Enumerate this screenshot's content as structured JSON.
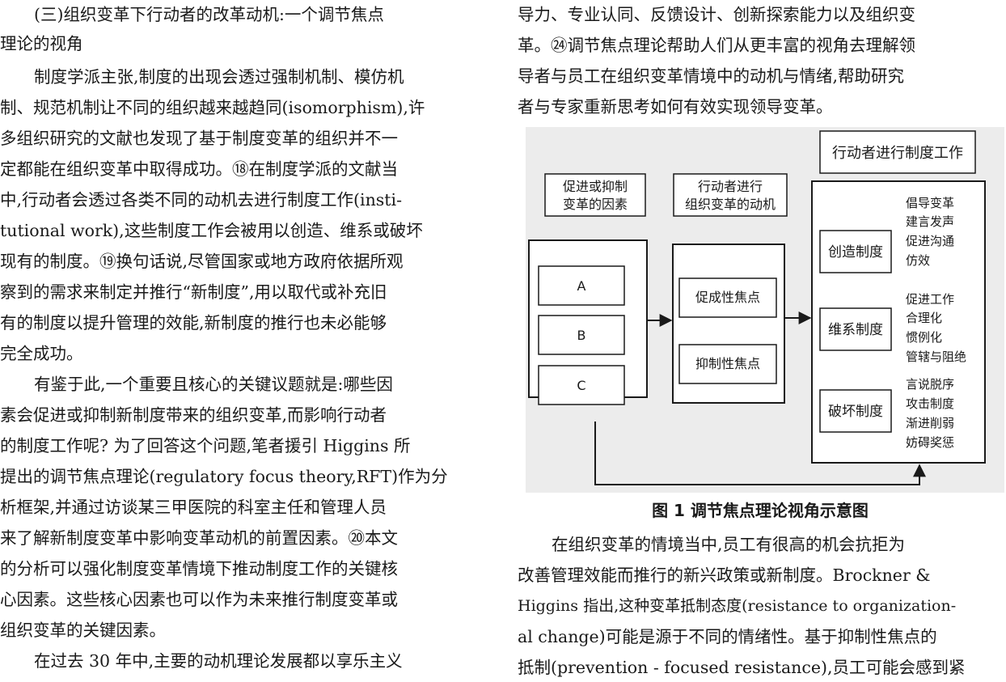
{
  "left_column": {
    "lines": [
      "(三)组织变革下行动者的改革动机:一个调节焦点",
      "理论的视角",
      "制度学派主张,制度的出现会透过强制机制、模仿机",
      "制、规范机制让不同的组织越来越趋同(isomorphism),许",
      "多组织研究的文献也发现了基于制度变革的组织并不一",
      "定都能在组织变革中取得成功。⑱在制度学派的文献当",
      "中,行动者会透过各类不同的动机去进行制度工作(insti-",
      "tutional work),这些制度工作会被用以创造、维系或破坏",
      "现有的制度。⑲换句话说,尽管国家或地方政府依据所观",
      "察到的需求来制定并推行“新制度”,用以取代或补充旧",
      "有的制度以提升管理的效能,新制度的推行也未必能够",
      "完全成功。",
      "有鉴于此,一个重要且核心的关键议题就是:哪些因",
      "素会促进或抑制新制度带来的组织变革,而影响行动者",
      "的制度工作呢? 为了回答这个问题,笔者援引 Higgins 所",
      "提出的调节焦点理论(regulatory focus theory,RFT)作为分",
      "析框架,并通过访谈某三甲医院的科室主任和管理人员",
      "来了解新制度变革中影响变革动机的前置因素。⑳本文",
      "的分析可以强化制度变革情境下推动制度工作的关键核",
      "心因素。这些核心因素也可以作为未来推行制度变革或",
      "组织变革的关键因素。",
      "在过去 30 年中,主要的动机理论发展都以享乐主义"
    ]
  },
  "right_column": {
    "top_lines": [
      "导力、专业认同、反馈设计、创新探索能力以及组织变",
      "革。㉔调节焦点理论帮助人们从更丰富的视角去理解领",
      "导者与员工在组织变革情境中的动机与情绪,帮助研究",
      "者与专家重新思考如何有效实现领导变革。"
    ],
    "bottom_lines": [
      "在组织变革的情境当中,员工有很高的机会抗拒为",
      "改善管理效能而推行的新兴政策或新制度。Brockner &",
      "Higgins 指出,这种变革抵制态度(resistance to organization-",
      "al change)可能是源于不同的情绪性。基于抑制性焦点的",
      "抵制(prevention - focused resistance),员工可能会感到紧"
    ]
  },
  "figure": {
    "caption": "图 1    调节焦点理论视角示意图",
    "factor_header": [
      "促进或抑制",
      "变革的因素"
    ],
    "motive_header": [
      "行动者进行",
      "组织变革的动机"
    ],
    "work_header": "行动者进行制度工作",
    "factors": [
      "A",
      "B",
      "C"
    ],
    "foci": [
      "促成性焦点",
      "抑制性焦点"
    ],
    "work_types": [
      {
        "label": "创造制度",
        "items": [
          "倡导变革",
          "建言发声",
          "促进沟通",
          "仿效"
        ]
      },
      {
        "label": "维系制度",
        "items": [
          "促进工作",
          "合理化",
          "惯例化",
          "管辖与阻绝"
        ]
      },
      {
        "label": "破坏制度",
        "items": [
          "言说脱序",
          "攻击制度",
          "渐进削弱",
          "妨碍奖惩"
        ]
      }
    ]
  }
}
